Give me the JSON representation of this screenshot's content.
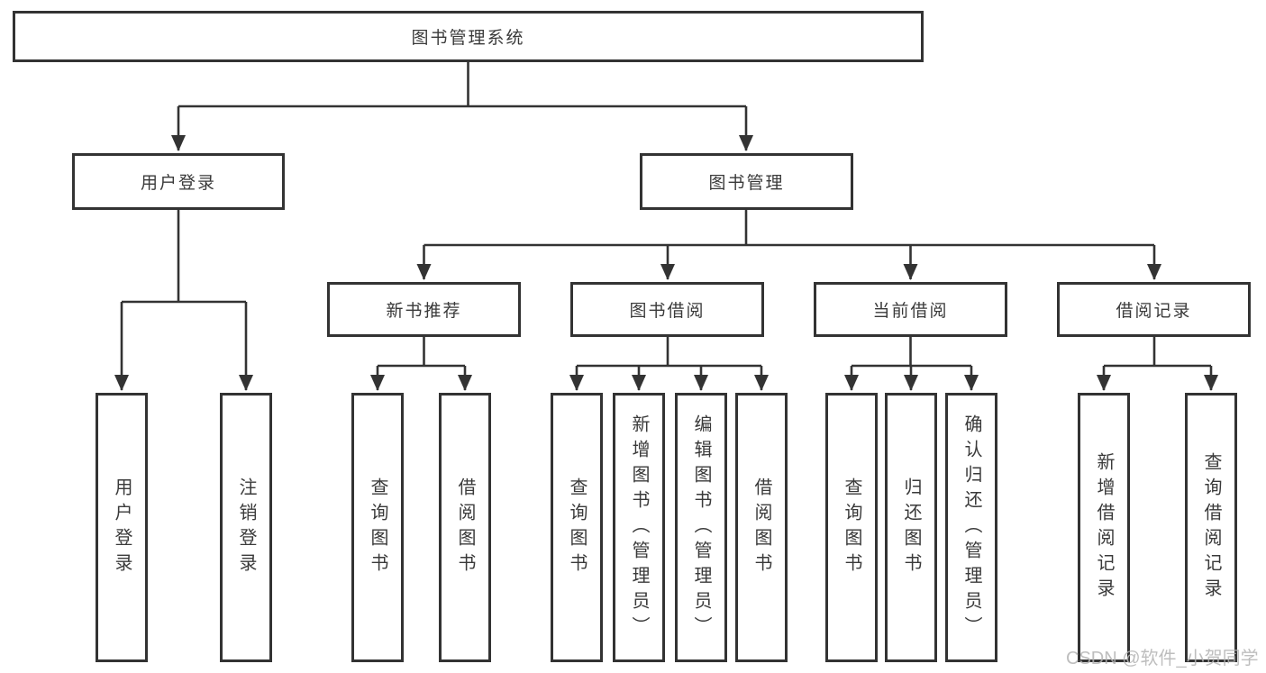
{
  "root_label": "图书管理系统",
  "branches": {
    "user_login": {
      "label": "用户登录",
      "leaves": [
        "用户登录",
        "注销登录"
      ]
    },
    "book_mgmt": {
      "label": "图书管理"
    }
  },
  "groups": [
    {
      "label": "新书推荐",
      "leaves": [
        "查询图书",
        "借阅图书"
      ]
    },
    {
      "label": "图书借阅",
      "leaves": [
        "查询图书",
        "新增图书（管理员）",
        "编辑图书（管理员）",
        "借阅图书"
      ]
    },
    {
      "label": "当前借阅",
      "leaves": [
        "查询图书",
        "归还图书",
        "确认归还（管理员）"
      ]
    },
    {
      "label": "借阅记录",
      "leaves": [
        "新增借阅记录",
        "查询借阅记录"
      ]
    }
  ],
  "watermark": "CSDN @软件_小贺同学",
  "colors": {
    "line": "#333333",
    "text": "#3a3a3a",
    "background": "#ffffff",
    "watermark": "#b3b3b3"
  }
}
